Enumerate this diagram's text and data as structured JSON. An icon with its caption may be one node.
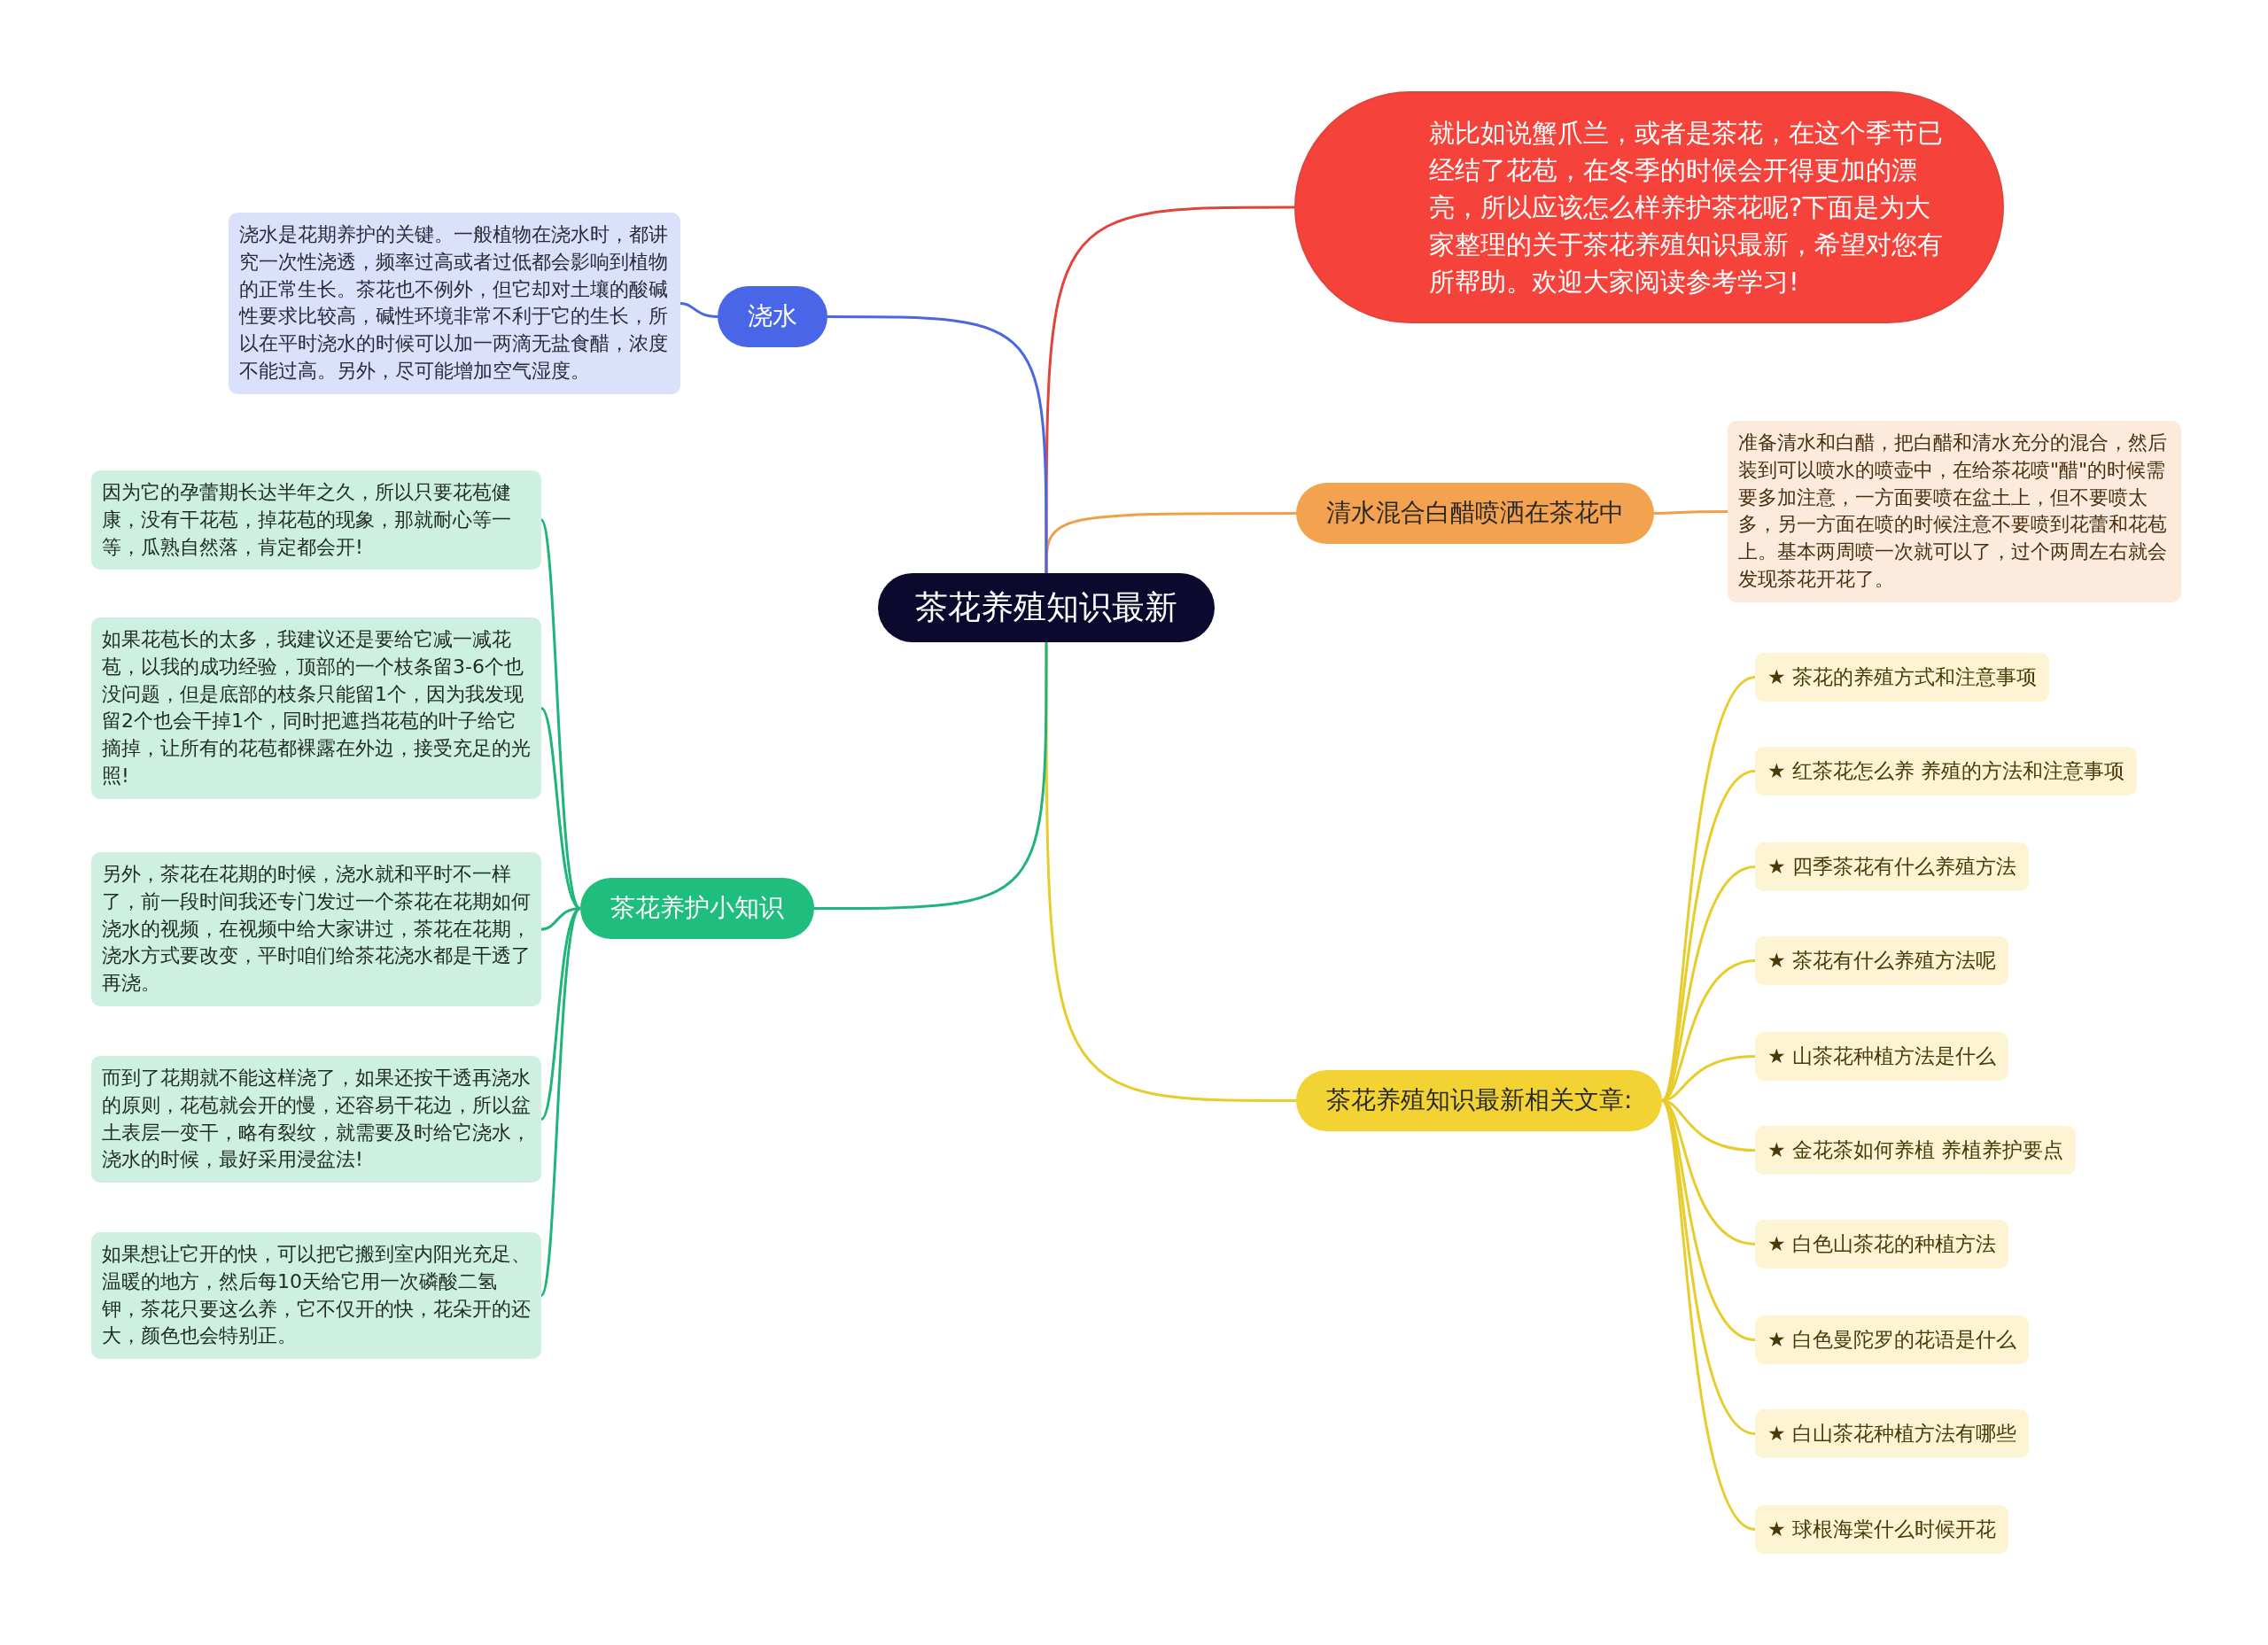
{
  "diagram": {
    "nodes": [
      {
        "text": [
          "茶花养殖知识最新"
        ]
      },
      {
        "text": [
          "就比如说蟹爪兰，或者是茶花，在这个季节已经结了花苞，在冬季的时候会开得更加的漂亮，所以应该怎么样养护茶花呢?下面是为大家整理的关于茶花养殖知识最新，希望对您有所帮助。欢迎大家阅读参考学习!"
        ]
      },
      {
        "text": [
          "清水混合白醋喷洒在茶花中"
        ]
      },
      {
        "text": [
          "准备清水和白醋，把白醋和清水充分的混合，然后装到可以喷水的喷壶中，在给茶花喷\"醋\"的时候需要多加注意，一方面要喷在盆土上，但不要喷太多，另一方面在喷的时候注意不要喷到花蕾和花苞上。基本两周喷一次就可以了，过个两周左右就会发现茶花开花了。"
        ]
      },
      {
        "text": [
          "茶花养殖知识最新相关文章:"
        ]
      },
      {
        "text": [
          "★ 茶花的养殖方式和注意事项"
        ]
      },
      {
        "text": [
          "★ 红茶花怎么养 养殖的方法和注意事项"
        ]
      },
      {
        "text": [
          "★ 四季茶花有什么养殖方法"
        ]
      },
      {
        "text": [
          "★ 茶花有什么养殖方法呢"
        ]
      },
      {
        "text": [
          "★ 山茶花种植方法是什么"
        ]
      },
      {
        "text": [
          "★ 金花茶如何养植 养植养护要点"
        ]
      },
      {
        "text": [
          "★ 白色山茶花的种植方法"
        ]
      },
      {
        "text": [
          "★ 白色曼陀罗的花语是什么"
        ]
      },
      {
        "text": [
          "★ 白山茶花种植方法有哪些"
        ]
      },
      {
        "text": [
          "★ 球根海棠什么时候开花"
        ]
      },
      {
        "text": [
          "浇水"
        ]
      },
      {
        "text": [
          "浇水是花期养护的关键。一般植物在浇水时，都讲究一次性浇透，频率过高或者过低都会影响到植物的正常生长。茶花也不例外，但它却对土壤的酸碱性要求比较高，碱性环境非常不利于它的生长，所以在平时浇水的时候可以加一两滴无盐食醋，浓度不能过高。另外，尽可能增加空气湿度。"
        ]
      },
      {
        "text": [
          "茶花养护小知识"
        ]
      },
      {
        "text": [
          "因为它的孕蕾期长达半年之久，所以只要花苞健康，没有干花苞，掉花苞的现象，那就耐心等一等，瓜熟自然落，肯定都会开!"
        ]
      },
      {
        "text": [
          "如果花苞长的太多，我建议还是要给它减一减花苞，以我的成功经验，顶部的一个枝条留3-6个也没问题，但是底部的枝条只能留1个，因为我发现留2个也会干掉1个，同时把遮挡花苞的叶子给它摘掉，让所有的花苞都裸露在外边，接受充足的光照!"
        ]
      },
      {
        "text": [
          "另外，茶花在花期的时候，浇水就和平时不一样了，前一段时间我还专门发过一个茶花在花期如何浇水的视频，在视频中给大家讲过，茶花在花期，浇水方式要改变，平时咱们给茶花浇水都是干透了再浇。"
        ]
      },
      {
        "text": [
          "而到了花期就不能这样浇了，如果还按干透再浇水的原则，花苞就会开的慢，还容易干花边，所以盆土表层一变干，略有裂纹，就需要及时给它浇水，浇水的时候，最好采用浸盆法!"
        ]
      },
      {
        "text": [
          "如果想让它开的快，可以把它搬到室内阳光充足、温暖的地方，然后每10天给它用一次磷酸二氢钾，茶花只要这么养，它不仅开的快，花朵开的还大，颜色也会特别正。"
        ]
      }
    ],
    "edges": [
      {
        "from": 0,
        "to": 1,
        "arrow": "none",
        "color": "#e0453c"
      },
      {
        "from": 0,
        "to": 2,
        "arrow": "none",
        "color": "#f0a04b"
      },
      {
        "from": 2,
        "to": 3,
        "arrow": "none",
        "color": "#f0a04b"
      },
      {
        "from": 0,
        "to": 4,
        "arrow": "none"
      },
      {
        "from": 4,
        "to": 5,
        "arrow": "none"
      },
      {
        "from": 4,
        "to": 6,
        "arrow": "none"
      },
      {
        "from": 4,
        "to": 7,
        "arrow": "none"
      },
      {
        "from": 4,
        "to": 8,
        "arrow": "none"
      },
      {
        "from": 4,
        "to": 9,
        "arrow": "none"
      },
      {
        "from": 4,
        "to": 10,
        "arrow": "none"
      },
      {
        "from": 4,
        "to": 11,
        "arrow": "none"
      },
      {
        "from": 4,
        "to": 12,
        "arrow": "none"
      },
      {
        "from": 4,
        "to": 13,
        "arrow": "none"
      },
      {
        "from": 4,
        "to": 14,
        "arrow": "none"
      },
      {
        "from": 0,
        "to": 15,
        "arrow": "none",
        "color": "#4a66e0"
      },
      {
        "from": 15,
        "to": 16,
        "arrow": "none",
        "color": "#4a66e0"
      },
      {
        "from": 0,
        "to": 17,
        "arrow": "none",
        "color": "#1fb47a"
      },
      {
        "from": 17,
        "to": 18,
        "arrow": "none",
        "color": "#1fb47a"
      },
      {
        "from": 17,
        "to": 19,
        "arrow": "none",
        "color": "#1fb47a"
      },
      {
        "from": 17,
        "to": 20,
        "arrow": "none",
        "color": "#1fb47a"
      },
      {
        "from": 17,
        "to": 21,
        "arrow": "none",
        "color": "#1fb47a"
      },
      {
        "from": 17,
        "to": 22,
        "arrow": "none",
        "color": "#1fb47a"
      }
    ]
  }
}
